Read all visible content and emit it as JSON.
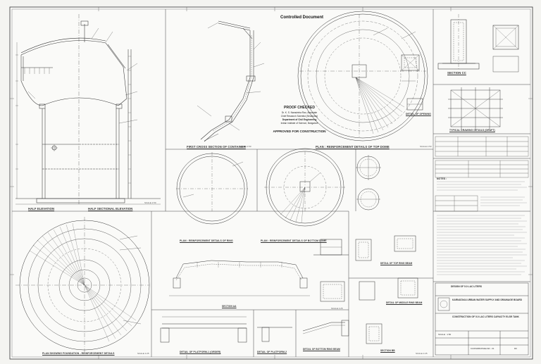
{
  "header": {
    "controlled": "Controlled Document"
  },
  "stamp": {
    "heading": "PROOF CHECKED",
    "line1": "Dr. K. S. Narasimha Rao, Associate",
    "line2": "Chief Research Scientist (Structures)",
    "line3": "Department of Civil Engineering",
    "line4": "Indian Institute of Science, Bangalore",
    "approved": "APPROVED FOR CONSTRUCTION"
  },
  "views": {
    "half_elevation": "HALF ELEVATION",
    "half_section": "HALF SECTIONAL ELEVATION",
    "cross_section": "FIRST CROSS SECTION OF CONTAINER",
    "plan_top_dome": "PLAN : REINFORCEMENT DETAILS OF TOP DOME",
    "detail_opening": "DETAIL OF OPENING",
    "section_cc": "SECTION CC",
    "typical_detail": "TYPICAL DRAWING DETAILS (DRAFT)",
    "plan_ring": "PLAN : REINFORCEMENT DETAILS OF RING",
    "plan_bottom_dome": "PLAN : REINFORCEMENT DETAILS OF BOTTOM DOME",
    "plan_foundation": "PLAN SHOWING FOUNDATION - REINFORCEMENT DETAILS",
    "detail_platform": "DETAIL OF PLATFORM-1 (ORDER)",
    "detail_platform2": "DETAIL OF PLATFORM-2",
    "detail_bottom_ring": "DETAIL OF BOTTOM RING BEAM",
    "detail_top_ring": "DETAIL OF TOP RING BEAM",
    "section_bb": "SECTION BB",
    "sec_aa": "SECTION AA",
    "detail_middle_ring": "DETAIL OF MIDDLE RING BEAM"
  },
  "title_block": {
    "client": "KARNATAKA URBAN WATER SUPPLY AND DRAINAGE BOARD",
    "project": "CONSTRUCTION OF 5.0 LAC LITERS CAPACITY ELSR TANK",
    "sheet": "DESIGN OF 5.0 LAC LITERS",
    "drawing_no": "KUWSDB/WS/ELSR - 01",
    "scale": "SCALE : 1:50",
    "rev": "R0"
  },
  "scale_notes": [
    "SCALE 1:50",
    "SCALE 1:50",
    "SCALE 1:50",
    "SCALE 1:25",
    "SCALE 1:25",
    "SCALE 1:25"
  ],
  "notes_heading": "NOTES :"
}
